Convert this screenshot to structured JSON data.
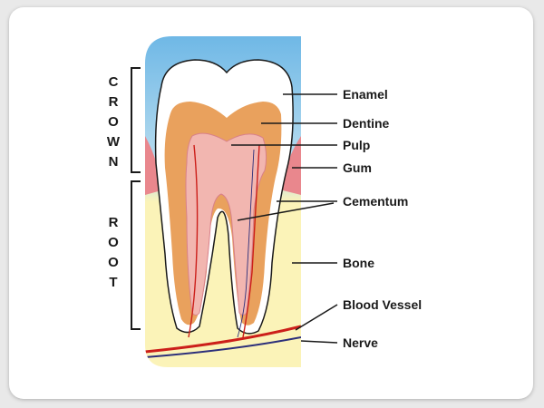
{
  "sections": {
    "crown": [
      "C",
      "R",
      "O",
      "W",
      "N"
    ],
    "root": [
      "R",
      "O",
      "O",
      "T"
    ]
  },
  "labels": {
    "enamel": "Enamel",
    "dentine": "Dentine",
    "pulp": "Pulp",
    "gum": "Gum",
    "cementum": "Cementum",
    "bone": "Bone",
    "blood_vessel": "Blood Vessel",
    "nerve": "Nerve"
  },
  "colors": {
    "sky": "#7fc3e8",
    "bone": "#fbf3b8",
    "enamel": "#ffffff",
    "dentine": "#e9a15d",
    "pulp": "#f2b6b0",
    "gum": "#e9878d",
    "blood_vessel": "#cc1f1a",
    "nerve": "#2c2f7a"
  }
}
